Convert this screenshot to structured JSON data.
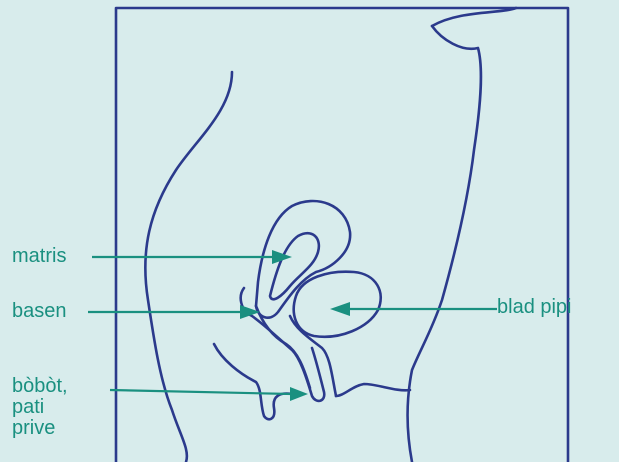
{
  "labels": {
    "matris": "matris",
    "basen": "basen",
    "bobot_line1": "bòbòt,",
    "bobot_line2": "pati",
    "bobot_line3": "prive",
    "blad_pipi": "blad pipi"
  },
  "colors": {
    "background": "#d8ecec",
    "outline": "#2b3a8c",
    "label": "#1a9080"
  }
}
